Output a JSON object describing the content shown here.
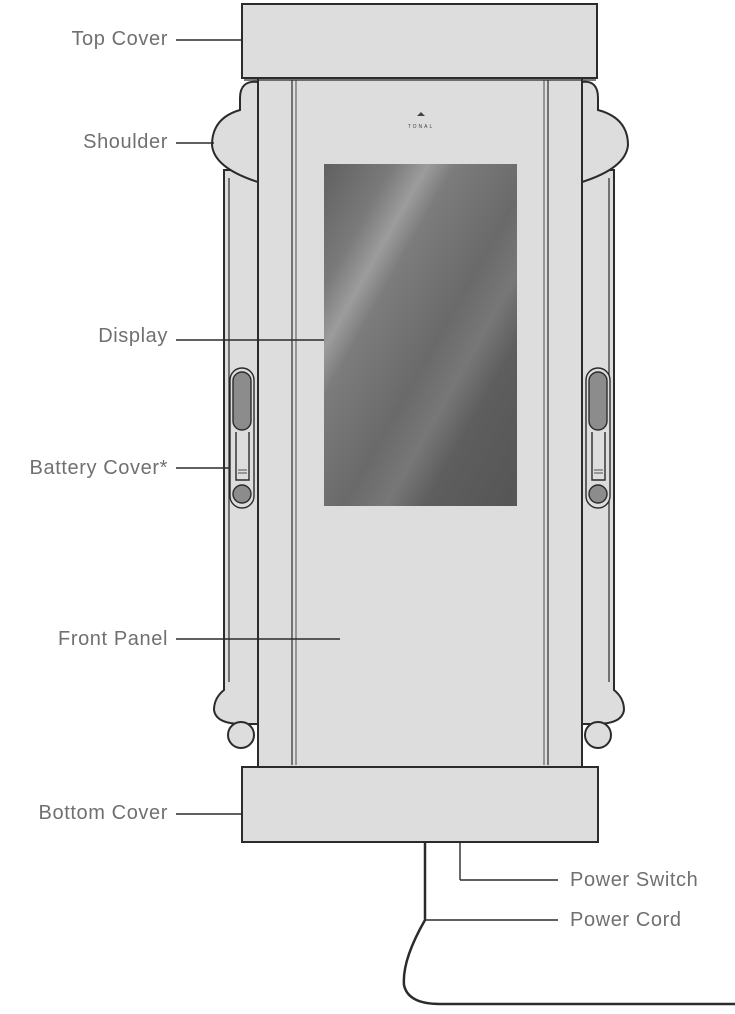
{
  "labels": {
    "top_cover": "Top Cover",
    "shoulder": "Shoulder",
    "display": "Display",
    "battery_cover": "Battery Cover*",
    "front_panel": "Front Panel",
    "bottom_cover": "Bottom Cover",
    "power_switch": "Power Switch",
    "power_cord": "Power Cord"
  },
  "brand": {
    "logo_text": "TONAL"
  },
  "colors": {
    "body_fill": "#dddddd",
    "outline": "#2b2b2b",
    "label_text": "#707070",
    "display_dark": "#5a5a5a",
    "display_light": "#8a8a8a"
  }
}
